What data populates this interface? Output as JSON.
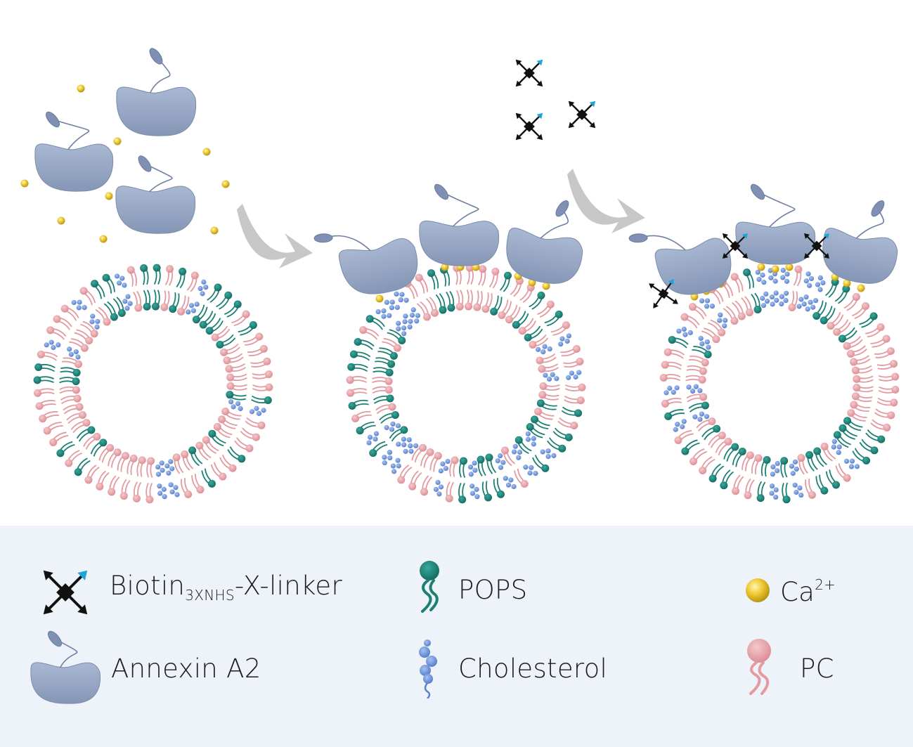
{
  "legend": {
    "biotin": {
      "base": "Biotin",
      "sub": "3XNHS",
      "tail": "-X-linker",
      "icon": "biotin-linker-icon"
    },
    "annexin": {
      "label": "Annexin A2",
      "icon": "annexin-protein-icon"
    },
    "pops": {
      "label": "POPS",
      "icon": "pops-lipid-icon"
    },
    "cholesterol": {
      "label": "Cholesterol",
      "icon": "cholesterol-icon"
    },
    "calcium": {
      "base": "Ca",
      "sup": "2+",
      "icon": "calcium-ion-icon"
    },
    "pc": {
      "label": "PC",
      "icon": "pc-lipid-icon"
    }
  },
  "colors": {
    "protein": "#95a6c4",
    "protein_dark": "#7f90b0",
    "pops": "#20857a",
    "cholesterol": "#6f95dc",
    "pc": "#e39aa0",
    "calcium": "#e3c12a",
    "linker": "#111111",
    "linker_accent": "#1aa6d8",
    "arrow": "#c7c7c7",
    "legend_bg": "#eef2f9"
  }
}
